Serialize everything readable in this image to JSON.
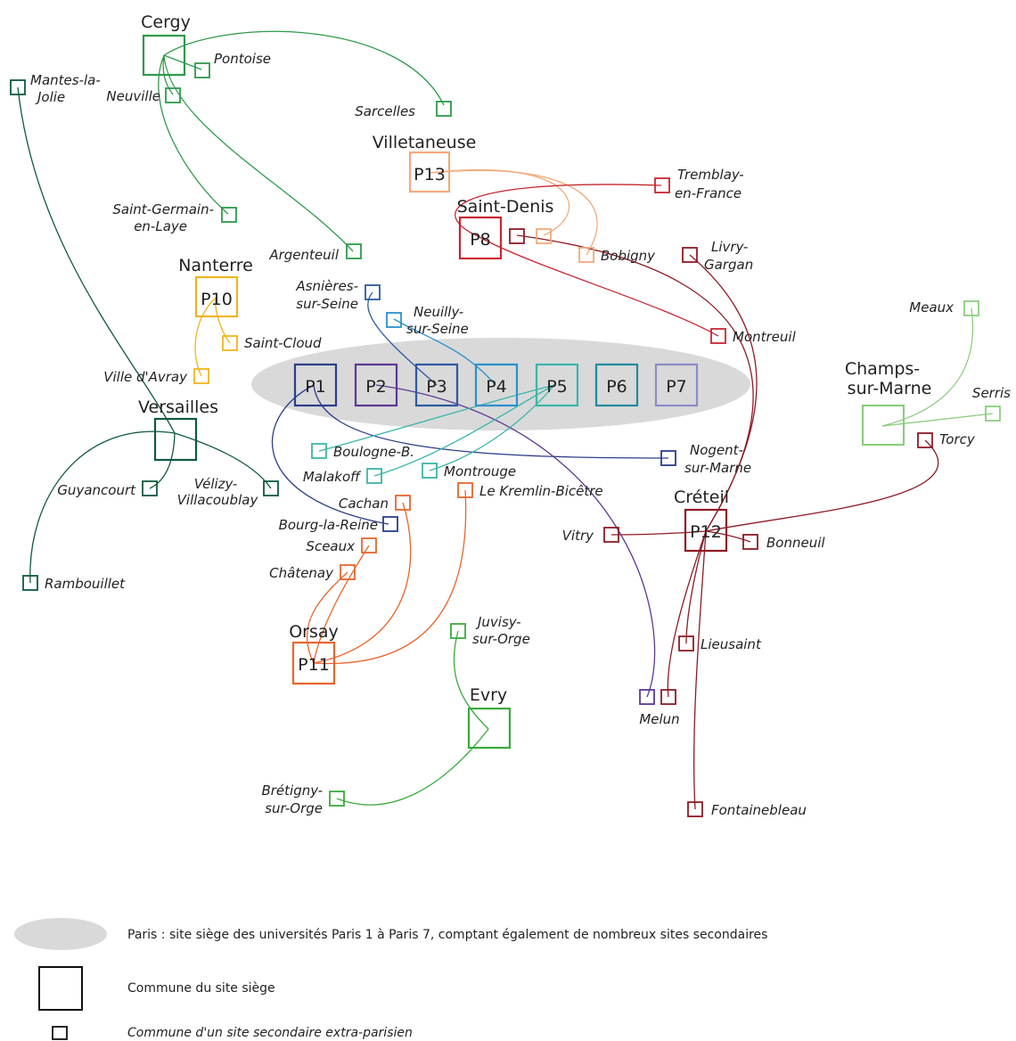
{
  "colors": {
    "cergy": "#2e9a48",
    "versailles": "#0e5a3c",
    "nanterre": "#f0b41e",
    "villetaneuse": "#f2aa7c",
    "saintdenis": "#c82630",
    "creteil": "#8e1b25",
    "orsay": "#e8652c",
    "evry": "#3aaa3c",
    "marne": "#8ccc80",
    "p1": "#2b3e8a",
    "p2": "#5c3894",
    "p3": "#2b5aa0",
    "p4": "#2a90cc",
    "p5": "#3ab5aa",
    "p6": "#1f8aa0",
    "p7": "#8a8cc8",
    "ellipse": "#d9d9d9"
  },
  "paris": {
    "codes": [
      "P1",
      "P2",
      "P3",
      "P4",
      "P5",
      "P6",
      "P7"
    ]
  },
  "sieges": [
    {
      "id": "cergy",
      "name": "Cergy",
      "code": ""
    },
    {
      "id": "villetaneuse",
      "name": "Villetaneuse",
      "code": "P13"
    },
    {
      "id": "saintdenis",
      "name": "Saint-Denis",
      "code": "P8"
    },
    {
      "id": "nanterre",
      "name": "Nanterre",
      "code": "P10"
    },
    {
      "id": "versailles",
      "name": "Versailles",
      "code": ""
    },
    {
      "id": "champs",
      "name": "Champs-sur-Marne",
      "code": ""
    },
    {
      "id": "creteil",
      "name": "Créteil",
      "code": "P12"
    },
    {
      "id": "orsay",
      "name": "Orsay",
      "code": "P11"
    },
    {
      "id": "evry",
      "name": "Evry",
      "code": ""
    }
  ],
  "secondary": {
    "pontoise": "Pontoise",
    "mantes": "Mantes-la-Jolie",
    "neuville": "Neuville",
    "sarcelles": "Sarcelles",
    "saintgermain": "Saint-Germain-en-Laye",
    "argenteuil": "Argenteuil",
    "tremblay": "Tremblay-en-France",
    "bobigny": "Bobigny",
    "livry": "Livry-Gargan",
    "asnieres": "Asnières-sur-Seine",
    "neuilly": "Neuilly-sur-Seine",
    "saintcloud": "Saint-Cloud",
    "meaux": "Meaux",
    "montreuil": "Montreuil",
    "villedavray": "Ville d'Avray",
    "serris": "Serris",
    "torcy": "Torcy",
    "boulogne": "Boulogne-B.",
    "nogent": "Nogent-sur-Marne",
    "malakoff": "Malakoff",
    "montrouge": "Montrouge",
    "guyancourt": "Guyancourt",
    "velizy": "Vélizy-Villacoublay",
    "cachan": "Cachan",
    "kremlin": "Le Kremlin-Bicêtre",
    "bourg": "Bourg-la-Reine",
    "sceaux": "Sceaux",
    "vitry": "Vitry",
    "bonneuil": "Bonneuil",
    "chatenay": "Châtenay",
    "rambouillet": "Rambouillet",
    "juvisy": "Juvisy-sur-Orge",
    "lieusaint": "Lieusaint",
    "melun": "Melun",
    "bretigny": "Brétigny-sur-Orge",
    "fontainebleau": "Fontainebleau"
  },
  "legend": {
    "paris": "Paris : site siège des universités Paris 1 à Paris 7, comptant également de nombreux sites secondaires",
    "siege": "Commune du site siège",
    "secondaire": "Commune d'un site secondaire extra-parisien"
  }
}
